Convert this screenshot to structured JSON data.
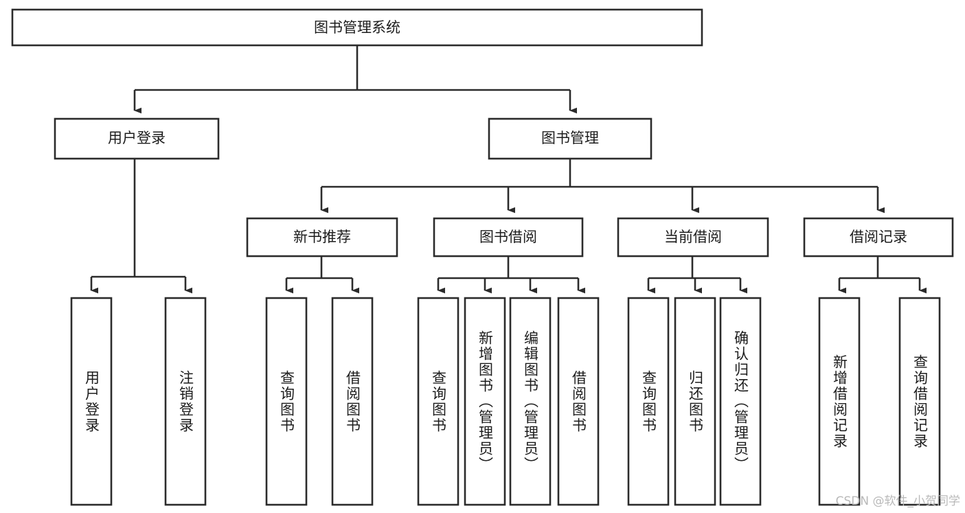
{
  "diagram": {
    "type": "tree-hierarchy",
    "title": "图书管理系统",
    "watermark": "CSDN @软件_小贺同学",
    "colors": {
      "stroke": "#2b2b2b",
      "fill": "#ffffff",
      "text": "#1c1c1c",
      "watermark": "#b9b9b9",
      "background": "#ffffff"
    },
    "nodes": {
      "root": {
        "label": "图书管理系统"
      },
      "level2": [
        {
          "id": "user-login",
          "label": "用户登录"
        },
        {
          "id": "book-manage",
          "label": "图书管理"
        }
      ],
      "level3": [
        {
          "id": "new-book-recommend",
          "label": "新书推荐"
        },
        {
          "id": "book-borrow",
          "label": "图书借阅"
        },
        {
          "id": "current-borrow",
          "label": "当前借阅"
        },
        {
          "id": "borrow-record",
          "label": "借阅记录"
        }
      ],
      "level4": [
        {
          "id": "leaf-user-login",
          "label": "用户登录",
          "parent": "user-login"
        },
        {
          "id": "leaf-logout",
          "label": "注销登录",
          "parent": "user-login"
        },
        {
          "id": "leaf-query-book-1",
          "label": "查询图书",
          "parent": "new-book-recommend"
        },
        {
          "id": "leaf-borrow-book-1",
          "label": "借阅图书",
          "parent": "new-book-recommend"
        },
        {
          "id": "leaf-query-book-2",
          "label": "查询图书",
          "parent": "book-borrow"
        },
        {
          "id": "leaf-add-book",
          "label": "新增图书（管理员）",
          "parent": "book-borrow"
        },
        {
          "id": "leaf-edit-book",
          "label": "编辑图书（管理员）",
          "parent": "book-borrow"
        },
        {
          "id": "leaf-borrow-book-2",
          "label": "借阅图书",
          "parent": "book-borrow"
        },
        {
          "id": "leaf-query-book-3",
          "label": "查询图书",
          "parent": "current-borrow"
        },
        {
          "id": "leaf-return-book",
          "label": "归还图书",
          "parent": "current-borrow"
        },
        {
          "id": "leaf-confirm-return",
          "label": "确认归还（管理员）",
          "parent": "current-borrow"
        },
        {
          "id": "leaf-add-record",
          "label": "新增借阅记录",
          "parent": "borrow-record"
        },
        {
          "id": "leaf-query-record",
          "label": "查询借阅记录",
          "parent": "borrow-record"
        }
      ]
    }
  }
}
